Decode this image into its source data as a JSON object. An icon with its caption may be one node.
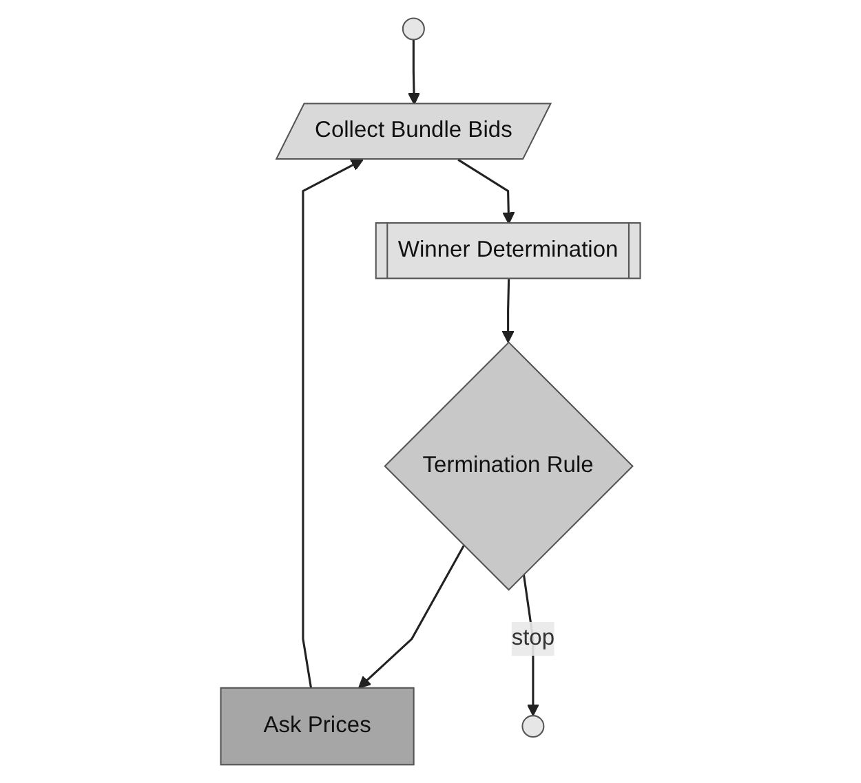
{
  "diagram": {
    "nodes": [
      {
        "text": [],
        "shape": "circle"
      },
      {
        "text": [
          "Collect Bundle Bids"
        ]
      },
      {
        "text": [
          "Winner Determination"
        ]
      },
      {
        "text": [
          "Termination Rule"
        ]
      },
      {
        "text": [
          "Ask Prices"
        ]
      },
      {
        "text": [],
        "shape": "circle"
      }
    ],
    "edges": [
      {
        "from": 0,
        "to": 1,
        "arrow": "to"
      },
      {
        "from": 1,
        "to": 2,
        "arrow": "to"
      },
      {
        "from": 2,
        "to": 3,
        "arrow": "to"
      },
      {
        "from": 3,
        "to": 4,
        "arrow": "to"
      },
      {
        "from": 4,
        "to": 1,
        "arrow": "to"
      },
      {
        "from": 3,
        "to": 5,
        "label": "stop",
        "arrow": "to"
      }
    ]
  }
}
